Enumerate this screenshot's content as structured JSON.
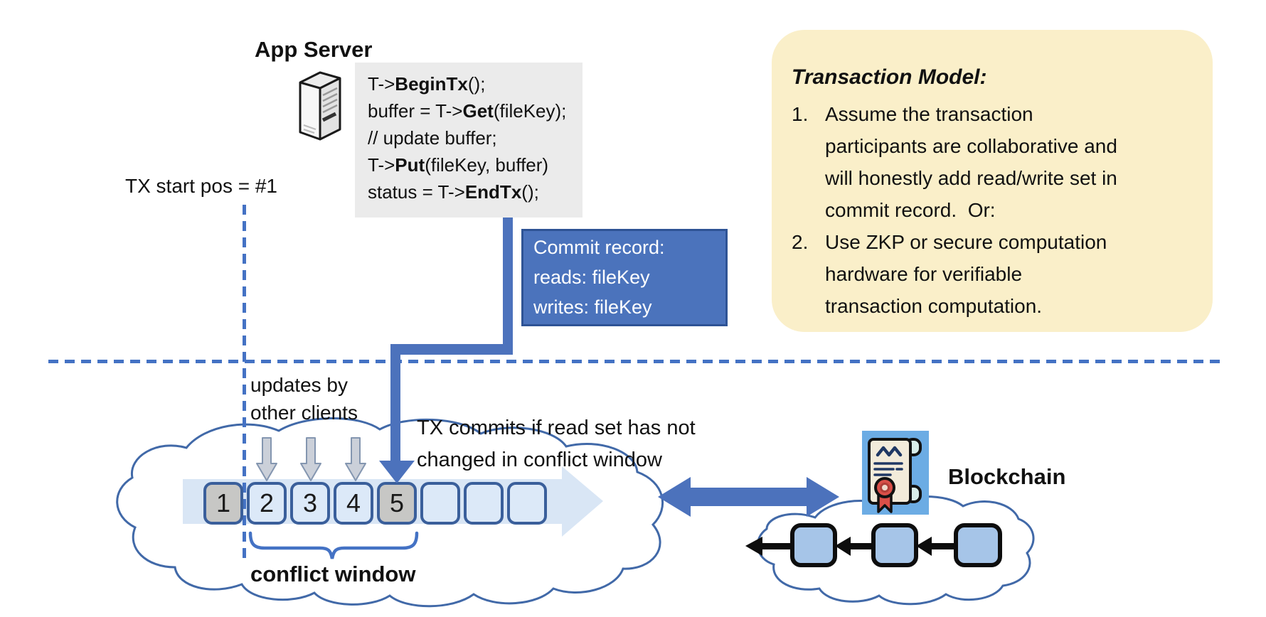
{
  "slide": {
    "app_server_label": "App Server",
    "tx_start_label": "TX start pos = #1",
    "updates_label": "updates by other clients",
    "tx_commits_label": "TX commits if read set has not changed in conflict window",
    "conflict_window_label": "conflict window",
    "blockchain_label": "Blockchain"
  },
  "code": {
    "lines": [
      {
        "pre": "T->",
        "bold": "BeginTx",
        "post": "();"
      },
      {
        "pre": "buffer = T->",
        "bold": "Get",
        "post": "(fileKey);"
      },
      {
        "pre": "// update buffer;",
        "bold": "",
        "post": ""
      },
      {
        "pre": "T->",
        "bold": "Put",
        "post": "(fileKey, buffer)"
      },
      {
        "pre": "status = T->",
        "bold": "EndTx",
        "post": "();"
      }
    ]
  },
  "commit_record": {
    "lines": [
      "Commit record:",
      "reads: fileKey",
      "writes: fileKey"
    ]
  },
  "transaction_model": {
    "title": "Transaction Model:",
    "items": [
      {
        "num": "1.",
        "text": "Assume the transaction participants are collaborative and will honestly add read/write set in commit record.  Or:"
      },
      {
        "num": "2.",
        "text": "Use ZKP or secure computation hardware for verifiable transaction computation."
      }
    ]
  },
  "timeline": {
    "blocks": [
      {
        "label": "1"
      },
      {
        "label": "2"
      },
      {
        "label": "3"
      },
      {
        "label": "4"
      },
      {
        "label": "5"
      },
      {
        "label": ""
      },
      {
        "label": ""
      },
      {
        "label": ""
      }
    ]
  },
  "colors": {
    "accent_blue": "#4C72BC",
    "dash_blue": "#4472C4",
    "commit_fill": "#4B73BC",
    "commit_border": "#2E5395",
    "panel_yellow": "#FAEFC9",
    "code_bg": "#EBEBEB",
    "block_border": "#3A5F9B",
    "block_light_fill": "#DCE9F8",
    "block_gray_fill": "#C7C7C5",
    "band_fill": "#D9E6F5",
    "chain_block_fill": "#A6C5E8",
    "cert_bg": "#6CACE4",
    "cloud_stroke": "#4169A8",
    "update_arrow_fill": "#CBD0D9"
  }
}
